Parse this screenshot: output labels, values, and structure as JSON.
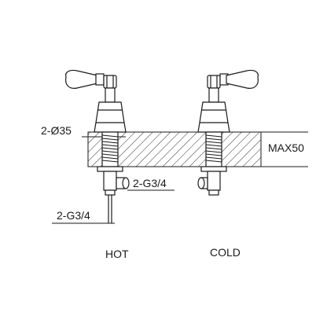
{
  "drawing": {
    "dimensions": {
      "diameter": "2-Ø35",
      "max_thickness": "MAX50",
      "outlet_thread": "2-G3/4",
      "inlet_thread": "2-G3/4"
    },
    "captions": {
      "hot": "HOT",
      "cold": "COLD"
    },
    "colors": {
      "line": "#1a1a1a",
      "background": "#ffffff"
    }
  }
}
